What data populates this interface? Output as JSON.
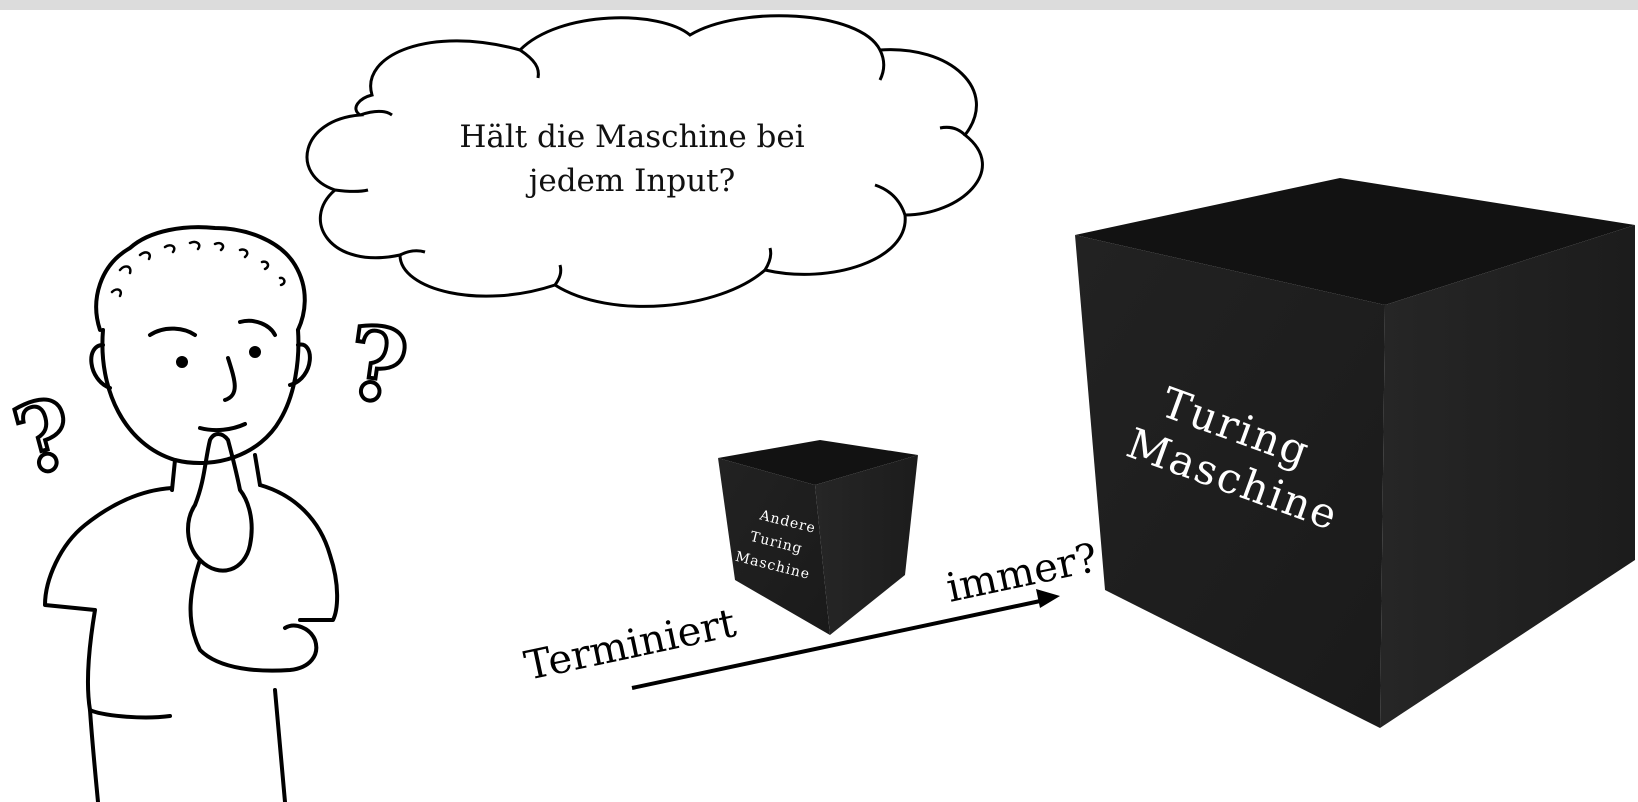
{
  "thought_bubble": {
    "line1": "Hält die Maschine bei",
    "line2": "jedem Input?"
  },
  "small_box": {
    "line1": "Andere",
    "line2": "Turing",
    "line3": "Maschine"
  },
  "large_box": {
    "line1": "Turing",
    "line2": "Maschine"
  },
  "arrow": {
    "label_left": "Terminiert",
    "label_right": "immer?"
  },
  "question_marks": [
    "?",
    "?"
  ],
  "colors": {
    "box_dark": "#1b1b1b",
    "box_top": "#111111",
    "line": "#000000",
    "bar": "#dcdcdc"
  }
}
